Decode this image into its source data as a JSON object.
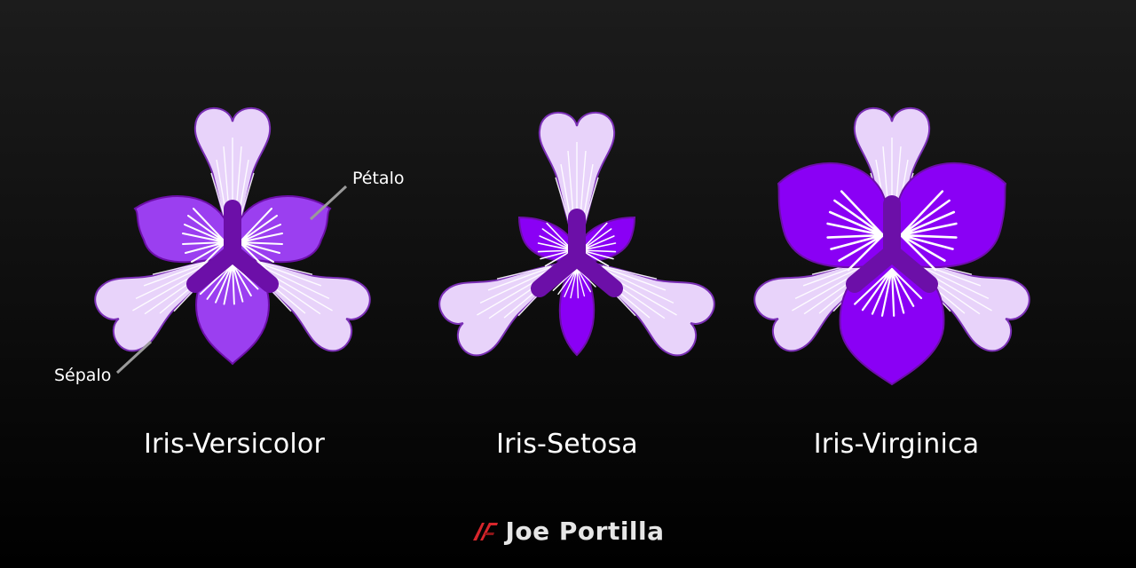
{
  "colors": {
    "background": "#0d0d0d",
    "sepal_fill": "#e8d3fa",
    "sepal_stroke": "#7a2fb5",
    "petal_versicolor": "#9b3ff0",
    "petal_setosa": "#8a00f5",
    "petal_virginica": "#8a00f5",
    "style_arm": "#6c0fa8",
    "brand_mark": "#d8262c"
  },
  "species": [
    {
      "name": "Iris-Versicolor"
    },
    {
      "name": "Iris-Setosa"
    },
    {
      "name": "Iris-Virginica"
    }
  ],
  "callouts": {
    "petal": "Pétalo",
    "sepal": "Sépalo"
  },
  "brand": {
    "name": "Joe Portilla",
    "logo_icon": "jp-logo-icon"
  }
}
